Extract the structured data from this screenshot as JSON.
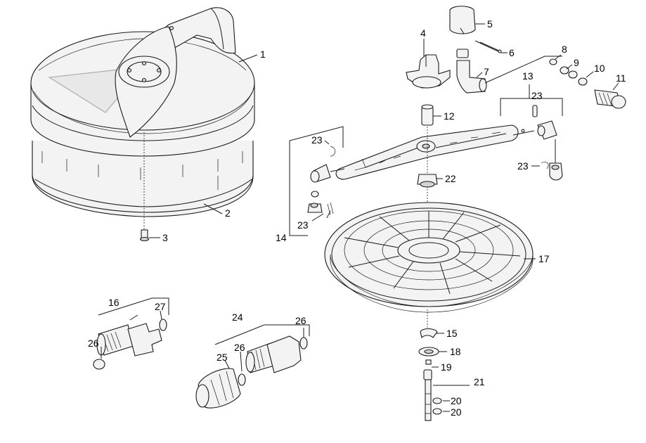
{
  "callouts": [
    {
      "id": "c1",
      "text": "1"
    },
    {
      "id": "c2",
      "text": "2"
    },
    {
      "id": "c3",
      "text": "3"
    },
    {
      "id": "c4",
      "text": "4"
    },
    {
      "id": "c5",
      "text": "5"
    },
    {
      "id": "c6",
      "text": "6"
    },
    {
      "id": "c7",
      "text": "7"
    },
    {
      "id": "c8",
      "text": "8"
    },
    {
      "id": "c9",
      "text": "9"
    },
    {
      "id": "c10",
      "text": "10"
    },
    {
      "id": "c11",
      "text": "11"
    },
    {
      "id": "c12",
      "text": "12"
    },
    {
      "id": "c13",
      "text": "13"
    },
    {
      "id": "c14",
      "text": "14"
    },
    {
      "id": "c15",
      "text": "15"
    },
    {
      "id": "c16",
      "text": "16"
    },
    {
      "id": "c17",
      "text": "17"
    },
    {
      "id": "c18",
      "text": "18"
    },
    {
      "id": "c19",
      "text": "19"
    },
    {
      "id": "c20a",
      "text": "20"
    },
    {
      "id": "c20b",
      "text": "20"
    },
    {
      "id": "c21",
      "text": "21"
    },
    {
      "id": "c22",
      "text": "22"
    },
    {
      "id": "c23a",
      "text": "23"
    },
    {
      "id": "c23b",
      "text": "23"
    },
    {
      "id": "c23c",
      "text": "23"
    },
    {
      "id": "c23d",
      "text": "23"
    },
    {
      "id": "c24",
      "text": "24"
    },
    {
      "id": "c25",
      "text": "25"
    },
    {
      "id": "c26a",
      "text": "26"
    },
    {
      "id": "c26b",
      "text": "26"
    },
    {
      "id": "c26c",
      "text": "26"
    },
    {
      "id": "c27",
      "text": "27"
    }
  ]
}
